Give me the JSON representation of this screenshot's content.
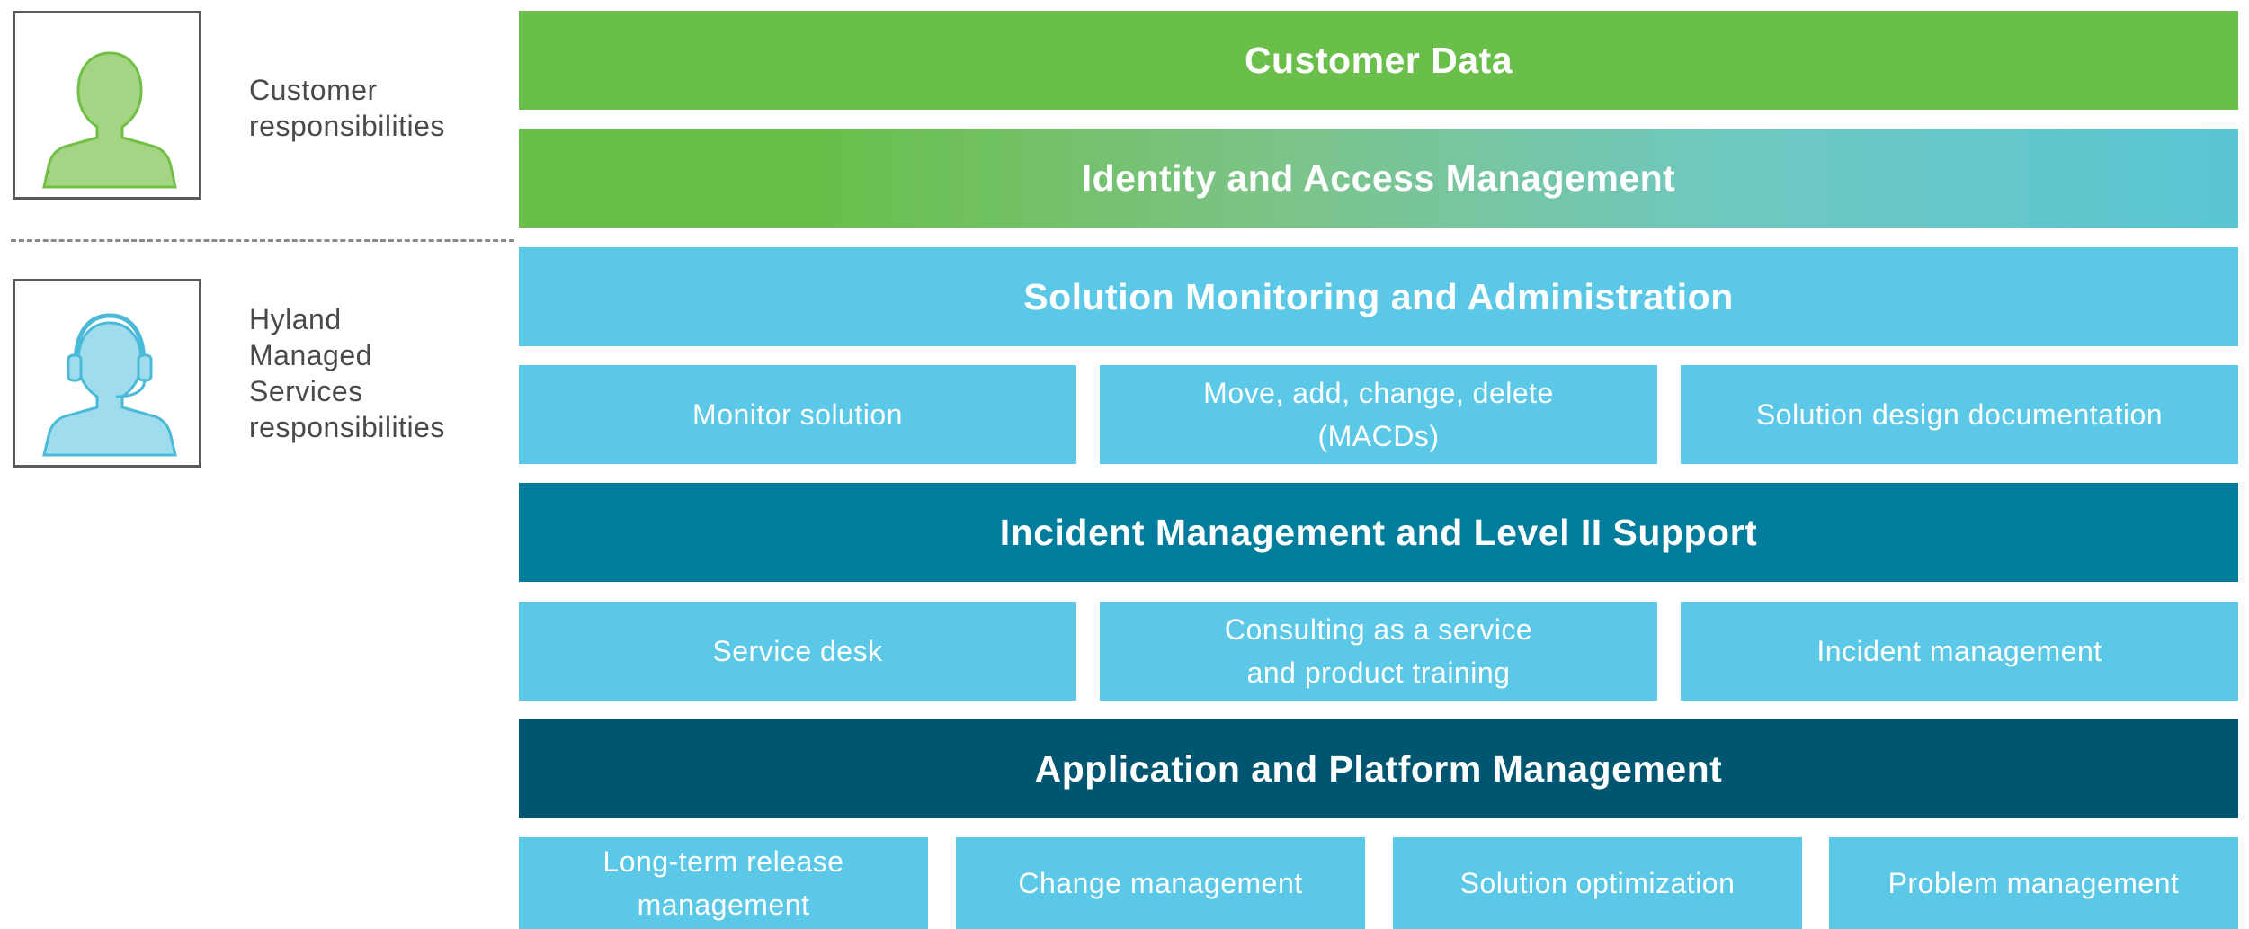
{
  "legend": {
    "customer": {
      "icon": "customer-person-icon",
      "label": "Customer\nresponsibilities",
      "color": "#a5d584"
    },
    "hyland": {
      "icon": "support-agent-headset-icon",
      "label": "Hyland\nManaged\nServices\nresponsibilities",
      "color": "#9fdcee"
    }
  },
  "layers": {
    "customer_data": {
      "title": "Customer Data",
      "color": "#6abf4b"
    },
    "identity_access": {
      "title": "Identity and Access Management",
      "color_from": "#6abf4b",
      "color_to": "#5ac8d6"
    },
    "solution_monitoring": {
      "title": "Solution Monitoring and Administration",
      "color": "#5ac8e6",
      "items": [
        "Monitor solution",
        "Move, add, change, delete\n(MACDs)",
        "Solution design documentation"
      ]
    },
    "incident_management": {
      "title": "Incident Management and Level II Support",
      "color": "#007c9c",
      "items": [
        "Service desk",
        "Consulting as a service\nand product training",
        "Incident management"
      ]
    },
    "application_platform": {
      "title": "Application and Platform Management",
      "color": "#005570",
      "items": [
        "Long-term release\nmanagement",
        "Change management",
        "Solution optimization",
        "Problem management"
      ]
    }
  }
}
